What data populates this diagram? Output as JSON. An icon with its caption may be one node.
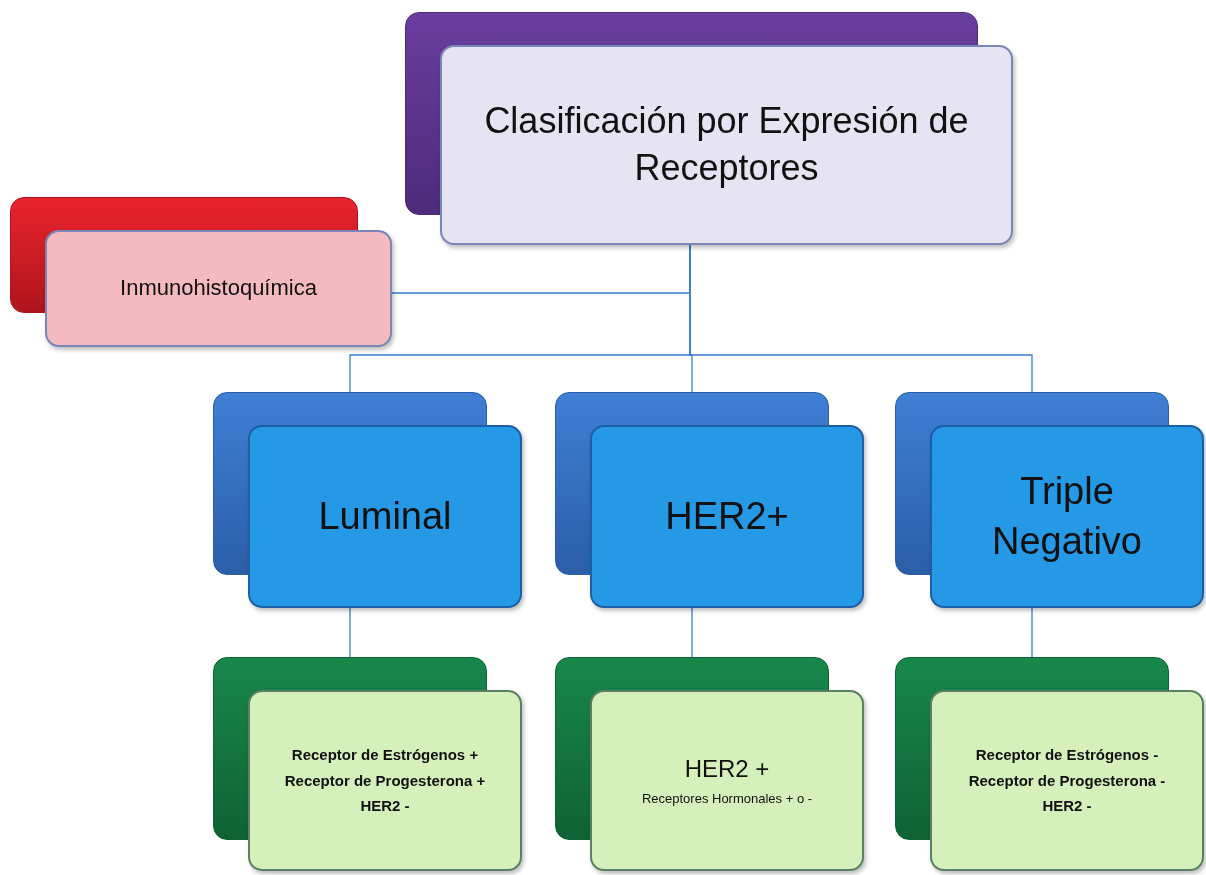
{
  "diagram": {
    "nodes": [
      {
        "text": [
          "Clasificación por Expresión de Receptores"
        ]
      },
      {
        "text": [
          "Inmunohistoquímica"
        ]
      },
      {
        "text": [
          "Luminal"
        ]
      },
      {
        "text": [
          "HER2+"
        ]
      },
      {
        "text": [
          "Triple Negativo"
        ]
      },
      {
        "text": [
          "Receptor de Estrógenos +",
          "Receptor de Progesterona +",
          "HER2 -"
        ]
      },
      {
        "text": [
          "HER2 +",
          "Receptores Hormonales + o -"
        ]
      },
      {
        "text": [
          "Receptor de Estrógenos -",
          "Receptor de Progesterona -",
          "HER2 -"
        ]
      }
    ],
    "edges": [
      {
        "from": 0,
        "to": 1,
        "arrow": "none"
      },
      {
        "from": 0,
        "to": 2,
        "arrow": "none"
      },
      {
        "from": 0,
        "to": 3,
        "arrow": "none"
      },
      {
        "from": 0,
        "to": 4,
        "arrow": "none"
      },
      {
        "from": 2,
        "to": 5,
        "arrow": "none"
      },
      {
        "from": 3,
        "to": 6,
        "arrow": "none"
      },
      {
        "from": 4,
        "to": 7,
        "arrow": "none"
      }
    ]
  }
}
